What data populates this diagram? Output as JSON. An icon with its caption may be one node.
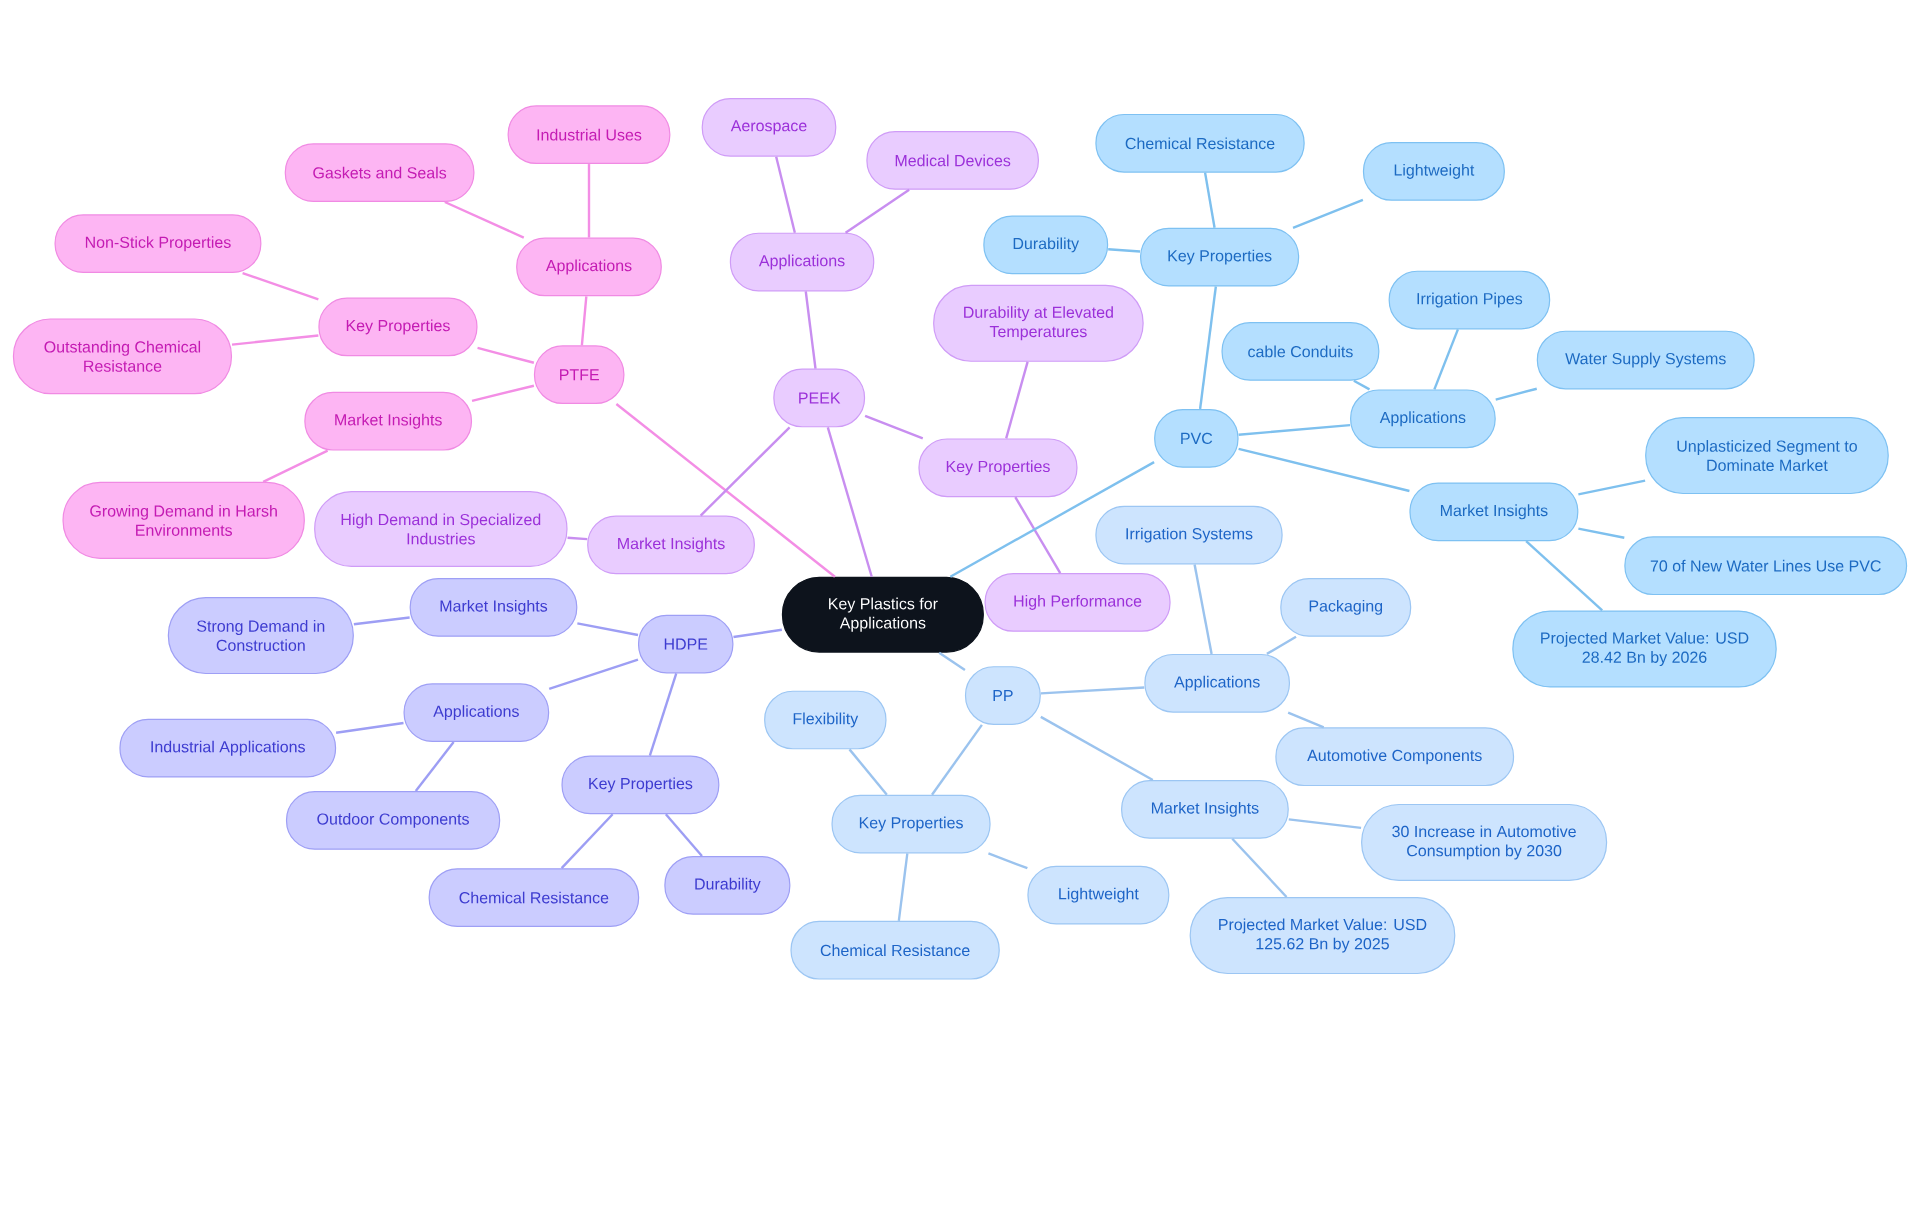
{
  "diagram": {
    "nodes": [
      {
        "text": [
          "Key Plastics for Applications"
        ]
      },
      {
        "text": [
          "PTFE"
        ]
      },
      {
        "text": [
          "Applications"
        ]
      },
      {
        "text": [
          "Industrial Uses"
        ]
      },
      {
        "text": [
          "Gaskets and Seals"
        ]
      },
      {
        "text": [
          "Key Properties"
        ]
      },
      {
        "text": [
          "Non-Stick Properties"
        ]
      },
      {
        "text": [
          "Outstanding Chemical Resistance"
        ]
      },
      {
        "text": [
          "Market Insights"
        ]
      },
      {
        "text": [
          "Growing Demand in Harsh Environments"
        ]
      },
      {
        "text": [
          "PEEK"
        ]
      },
      {
        "text": [
          "Applications"
        ]
      },
      {
        "text": [
          "Aerospace"
        ]
      },
      {
        "text": [
          "Medical Devices"
        ]
      },
      {
        "text": [
          "Key Properties"
        ]
      },
      {
        "text": [
          "Durability at Elevated Temperatures"
        ]
      },
      {
        "text": [
          "High Performance"
        ]
      },
      {
        "text": [
          "Market Insights"
        ]
      },
      {
        "text": [
          "High Demand in Specialized Industries"
        ]
      },
      {
        "text": [
          "PVC"
        ]
      },
      {
        "text": [
          "Key Properties"
        ]
      },
      {
        "text": [
          "Chemical Resistance"
        ]
      },
      {
        "text": [
          "Lightweight"
        ]
      },
      {
        "text": [
          "Durability"
        ]
      },
      {
        "text": [
          "Applications"
        ]
      },
      {
        "text": [
          "cable Conduits"
        ]
      },
      {
        "text": [
          "Irrigation Pipes"
        ]
      },
      {
        "text": [
          "Water Supply Systems"
        ]
      },
      {
        "text": [
          "Market Insights"
        ]
      },
      {
        "text": [
          "Unplasticized Segment to Dominate Market"
        ]
      },
      {
        "text": [
          "70 of New Water Lines Use PVC"
        ]
      },
      {
        "text": [
          "Projected Market Value: USD 28.42 Bn by 2026"
        ]
      },
      {
        "text": [
          "PP"
        ]
      },
      {
        "text": [
          "Applications"
        ]
      },
      {
        "text": [
          "Irrigation Systems"
        ]
      },
      {
        "text": [
          "Packaging"
        ]
      },
      {
        "text": [
          "Automotive Components"
        ]
      },
      {
        "text": [
          "Key Properties"
        ]
      },
      {
        "text": [
          "Flexibility"
        ]
      },
      {
        "text": [
          "Lightweight"
        ]
      },
      {
        "text": [
          "Chemical Resistance"
        ]
      },
      {
        "text": [
          "Market Insights"
        ]
      },
      {
        "text": [
          "30 Increase in Automotive Consumption by 2030"
        ]
      },
      {
        "text": [
          "Projected Market Value: USD 125.62 Bn by 2025"
        ]
      },
      {
        "text": [
          "HDPE"
        ]
      },
      {
        "text": [
          "Market Insights"
        ]
      },
      {
        "text": [
          "Strong Demand in Construction"
        ]
      },
      {
        "text": [
          "Applications"
        ]
      },
      {
        "text": [
          "Industrial Applications"
        ]
      },
      {
        "text": [
          "Outdoor Components"
        ]
      },
      {
        "text": [
          "Key Properties"
        ]
      },
      {
        "text": [
          "Chemical Resistance"
        ]
      },
      {
        "text": [
          "Durability"
        ]
      }
    ],
    "edges": [
      {
        "from": 0,
        "to": 1,
        "arrow": "none",
        "color": "#f38ee5"
      },
      {
        "from": 1,
        "to": 2,
        "arrow": "none",
        "color": "#f38ee5"
      },
      {
        "from": 2,
        "to": 3,
        "arrow": "none",
        "color": "#f38ee5"
      },
      {
        "from": 2,
        "to": 4,
        "arrow": "none",
        "color": "#f38ee5"
      },
      {
        "from": 1,
        "to": 5,
        "arrow": "none",
        "color": "#f38ee5"
      },
      {
        "from": 5,
        "to": 6,
        "arrow": "none",
        "color": "#f38ee5"
      },
      {
        "from": 5,
        "to": 7,
        "arrow": "none",
        "color": "#f38ee5"
      },
      {
        "from": 1,
        "to": 8,
        "arrow": "none",
        "color": "#f38ee5"
      },
      {
        "from": 8,
        "to": 9,
        "arrow": "none",
        "color": "#f38ee5"
      },
      {
        "from": 0,
        "to": 10,
        "arrow": "none",
        "color": "#c88ef0"
      },
      {
        "from": 10,
        "to": 11,
        "arrow": "none",
        "color": "#c88ef0"
      },
      {
        "from": 11,
        "to": 12,
        "arrow": "none",
        "color": "#c88ef0"
      },
      {
        "from": 11,
        "to": 13,
        "arrow": "none",
        "color": "#c88ef0"
      },
      {
        "from": 10,
        "to": 14,
        "arrow": "none",
        "color": "#c88ef0"
      },
      {
        "from": 14,
        "to": 15,
        "arrow": "none",
        "color": "#c88ef0"
      },
      {
        "from": 14,
        "to": 16,
        "arrow": "none",
        "color": "#c88ef0"
      },
      {
        "from": 10,
        "to": 17,
        "arrow": "none",
        "color": "#c88ef0"
      },
      {
        "from": 17,
        "to": 18,
        "arrow": "none",
        "color": "#c88ef0"
      },
      {
        "from": 0,
        "to": 19,
        "arrow": "none"
      },
      {
        "from": 19,
        "to": 20,
        "arrow": "none"
      },
      {
        "from": 20,
        "to": 21,
        "arrow": "none"
      },
      {
        "from": 20,
        "to": 22,
        "arrow": "none"
      },
      {
        "from": 20,
        "to": 23,
        "arrow": "none"
      },
      {
        "from": 19,
        "to": 24,
        "arrow": "none"
      },
      {
        "from": 24,
        "to": 25,
        "arrow": "none"
      },
      {
        "from": 24,
        "to": 26,
        "arrow": "none"
      },
      {
        "from": 24,
        "to": 27,
        "arrow": "none"
      },
      {
        "from": 19,
        "to": 28,
        "arrow": "none"
      },
      {
        "from": 28,
        "to": 29,
        "arrow": "none"
      },
      {
        "from": 28,
        "to": 30,
        "arrow": "none"
      },
      {
        "from": 28,
        "to": 31,
        "arrow": "none"
      },
      {
        "from": 0,
        "to": 32,
        "arrow": "none",
        "color": "#9bc3ee"
      },
      {
        "from": 32,
        "to": 33,
        "arrow": "none",
        "color": "#9bc3ee"
      },
      {
        "from": 33,
        "to": 34,
        "arrow": "none",
        "color": "#9bc3ee"
      },
      {
        "from": 33,
        "to": 35,
        "arrow": "none",
        "color": "#9bc3ee"
      },
      {
        "from": 33,
        "to": 36,
        "arrow": "none",
        "color": "#9bc3ee"
      },
      {
        "from": 32,
        "to": 37,
        "arrow": "none",
        "color": "#9bc3ee"
      },
      {
        "from": 37,
        "to": 38,
        "arrow": "none",
        "color": "#9bc3ee"
      },
      {
        "from": 37,
        "to": 39,
        "arrow": "none",
        "color": "#9bc3ee"
      },
      {
        "from": 37,
        "to": 40,
        "arrow": "none",
        "color": "#9bc3ee"
      },
      {
        "from": 32,
        "to": 41,
        "arrow": "none",
        "color": "#9bc3ee"
      },
      {
        "from": 41,
        "to": 42,
        "arrow": "none",
        "color": "#9bc3ee"
      },
      {
        "from": 41,
        "to": 43,
        "arrow": "none",
        "color": "#9bc3ee"
      },
      {
        "from": 0,
        "to": 44,
        "arrow": "none",
        "color": "#9d9ef4"
      },
      {
        "from": 44,
        "to": 45,
        "arrow": "none",
        "color": "#9d9ef4"
      },
      {
        "from": 45,
        "to": 46,
        "arrow": "none",
        "color": "#9d9ef4"
      },
      {
        "from": 44,
        "to": 47,
        "arrow": "none",
        "color": "#9d9ef4"
      },
      {
        "from": 47,
        "to": 48,
        "arrow": "none",
        "color": "#9d9ef4"
      },
      {
        "from": 47,
        "to": 49,
        "arrow": "none",
        "color": "#9d9ef4"
      },
      {
        "from": 44,
        "to": 50,
        "arrow": "none",
        "color": "#9d9ef4"
      },
      {
        "from": 50,
        "to": 51,
        "arrow": "none",
        "color": "#9d9ef4"
      },
      {
        "from": 50,
        "to": 52,
        "arrow": "none",
        "color": "#9d9ef4"
      }
    ]
  }
}
